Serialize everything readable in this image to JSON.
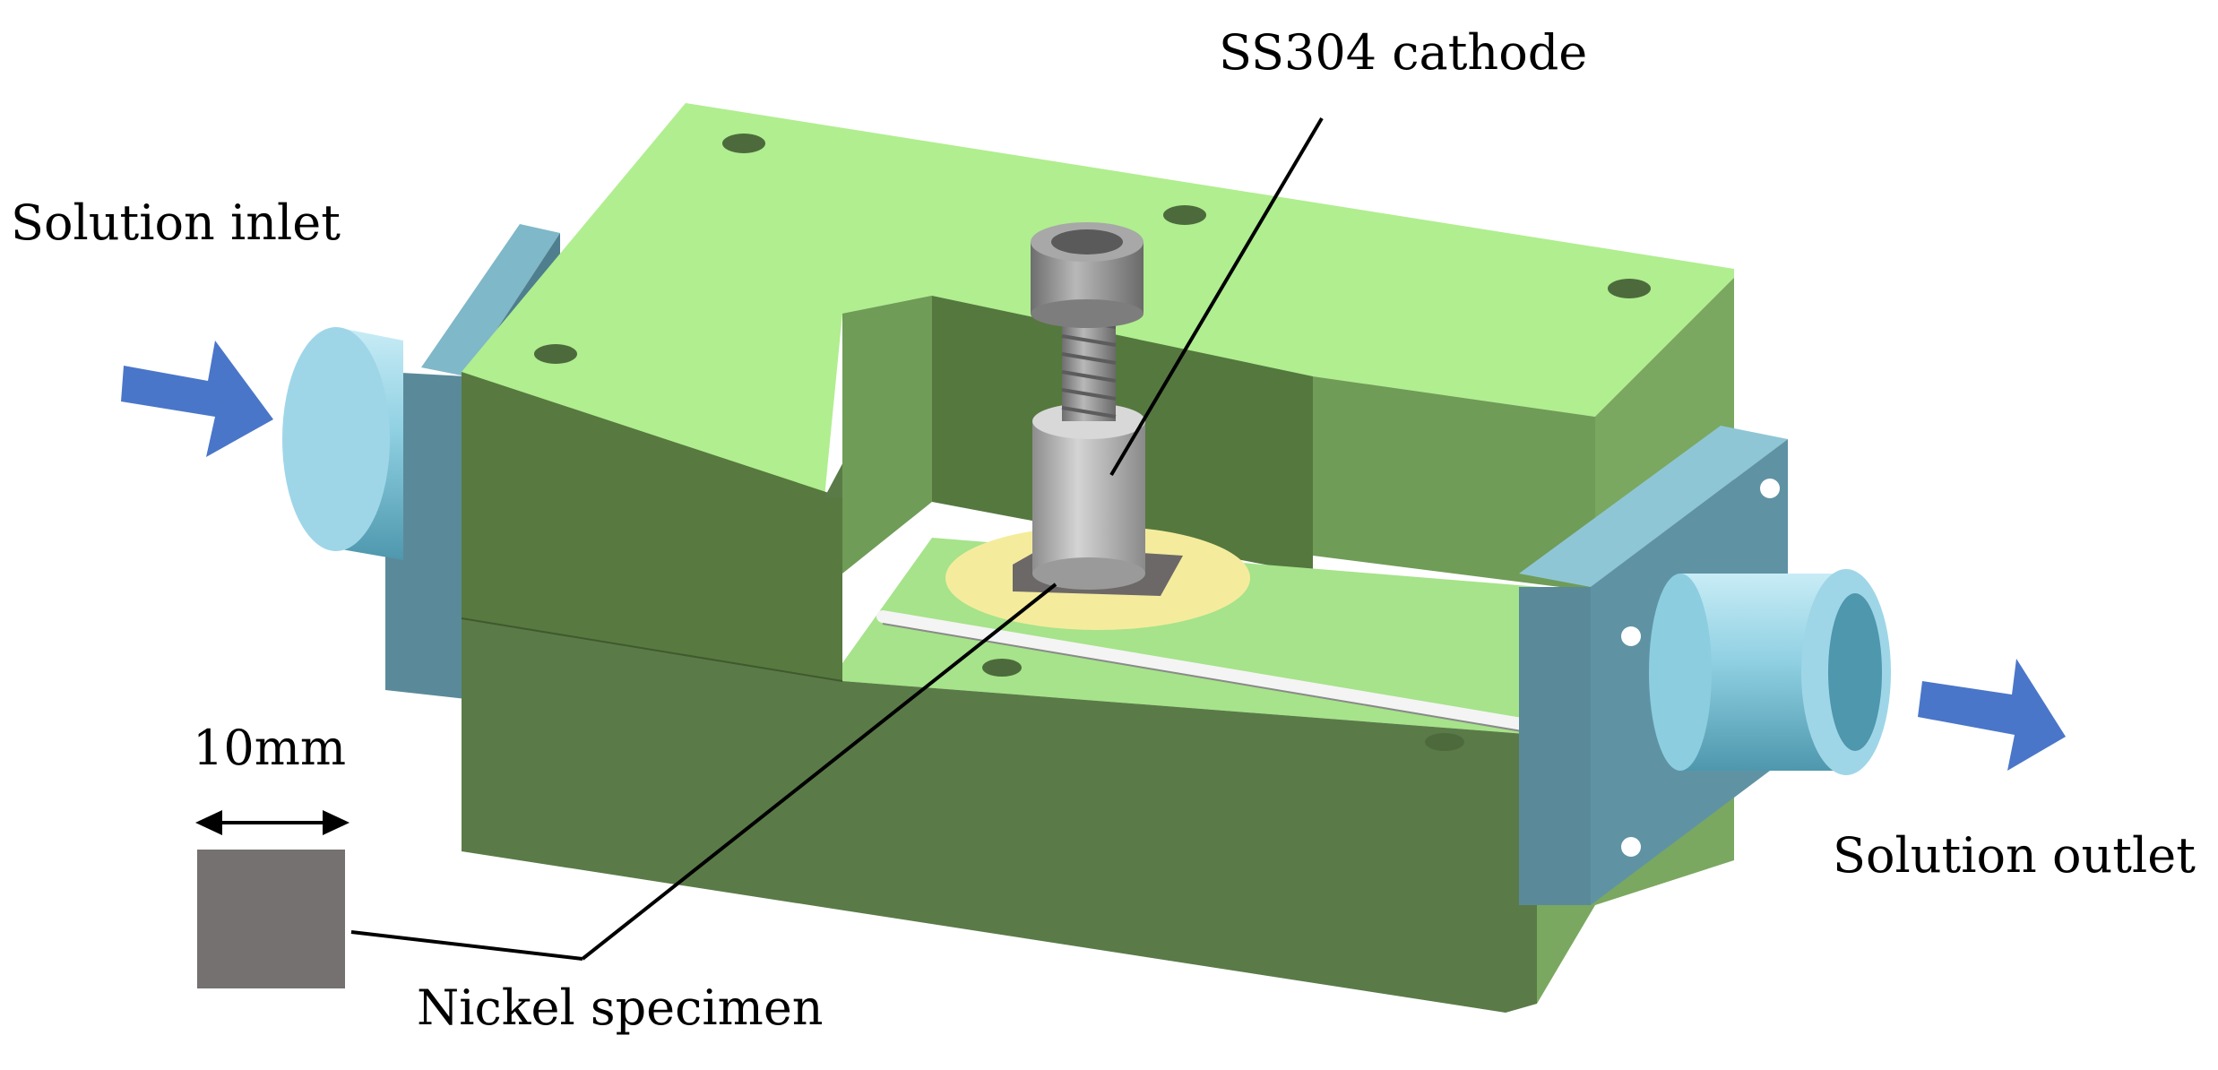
{
  "labels": {
    "inlet": "Solution inlet",
    "outlet": "Solution outlet",
    "cathode": "SS304 cathode",
    "nickel": "Nickel specimen",
    "scale": "10mm"
  },
  "colors": {
    "body_top": "#b0ee8f",
    "body_front": "#5a7b48",
    "body_side": "#7aa860",
    "inner_wall": "#55783f",
    "fitting_face": "#5a8a9a",
    "fitting_light": "#9ed6e8",
    "pipe": "#8fd0e2",
    "arrow": "#4a76c9",
    "specimen": "#757171",
    "screw": "#9a9a9a",
    "cathode": "#b4b4b4",
    "disc": "#f4ec9c"
  }
}
